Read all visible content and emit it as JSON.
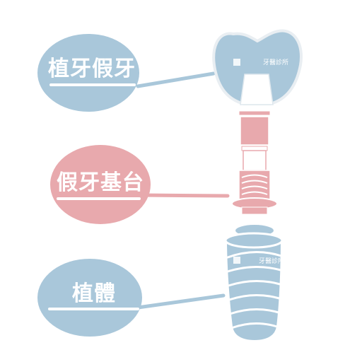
{
  "labels": {
    "crown": "植牙假牙",
    "abutment": "假牙基台",
    "implant": "植體"
  },
  "watermark": "牙醫診所",
  "colors": {
    "blue": "#a9c7da",
    "blue_dark": "#8fb5cc",
    "pink": "#e8a9ad",
    "pink_dark": "#d98f95",
    "white": "#ffffff",
    "outline": "#e9eef2"
  }
}
